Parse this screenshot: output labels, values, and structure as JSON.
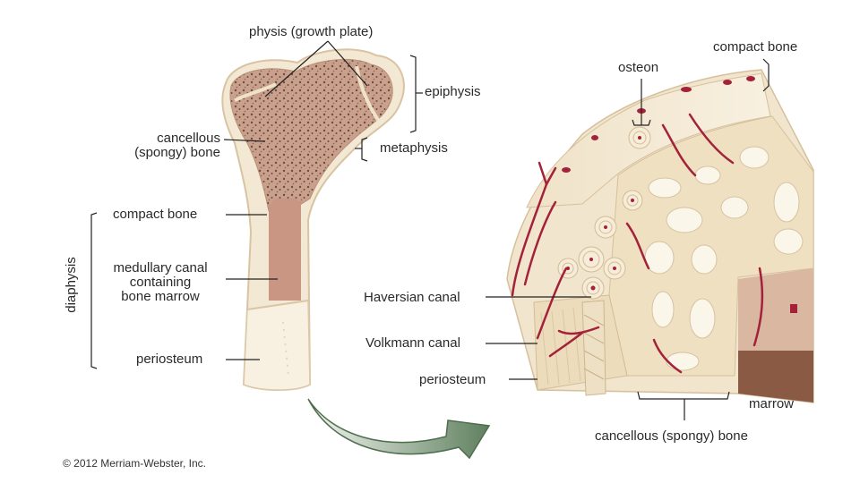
{
  "labels": {
    "physis": "physis (growth plate)",
    "epiphysis": "epiphysis",
    "metaphysis": "metaphysis",
    "cancellous_left": [
      "cancellous",
      "(spongy) bone"
    ],
    "compact_left": "compact bone",
    "diaphysis": "diaphysis",
    "medullary": [
      "medullary canal",
      "containing",
      "bone marrow"
    ],
    "periosteum_left": "periosteum",
    "osteon": "osteon",
    "compact_right": "compact bone",
    "haversian": "Haversian canal",
    "volkmann": "Volkmann canal",
    "periosteum_right": "periosteum",
    "marrow": "marrow",
    "cancellous_right": "cancellous (spongy) bone"
  },
  "copyright": "© 2012 Merriam-Webster, Inc.",
  "colors": {
    "bone_light": "#f3e8d3",
    "bone_outline": "#dcc9a8",
    "spongy": "#c79a86",
    "spongy_dots": "#7a5a4a",
    "marrow": "#a77a62",
    "vessel": "#a3223a",
    "arrow": "#6a8a6a",
    "line": "#222222"
  }
}
